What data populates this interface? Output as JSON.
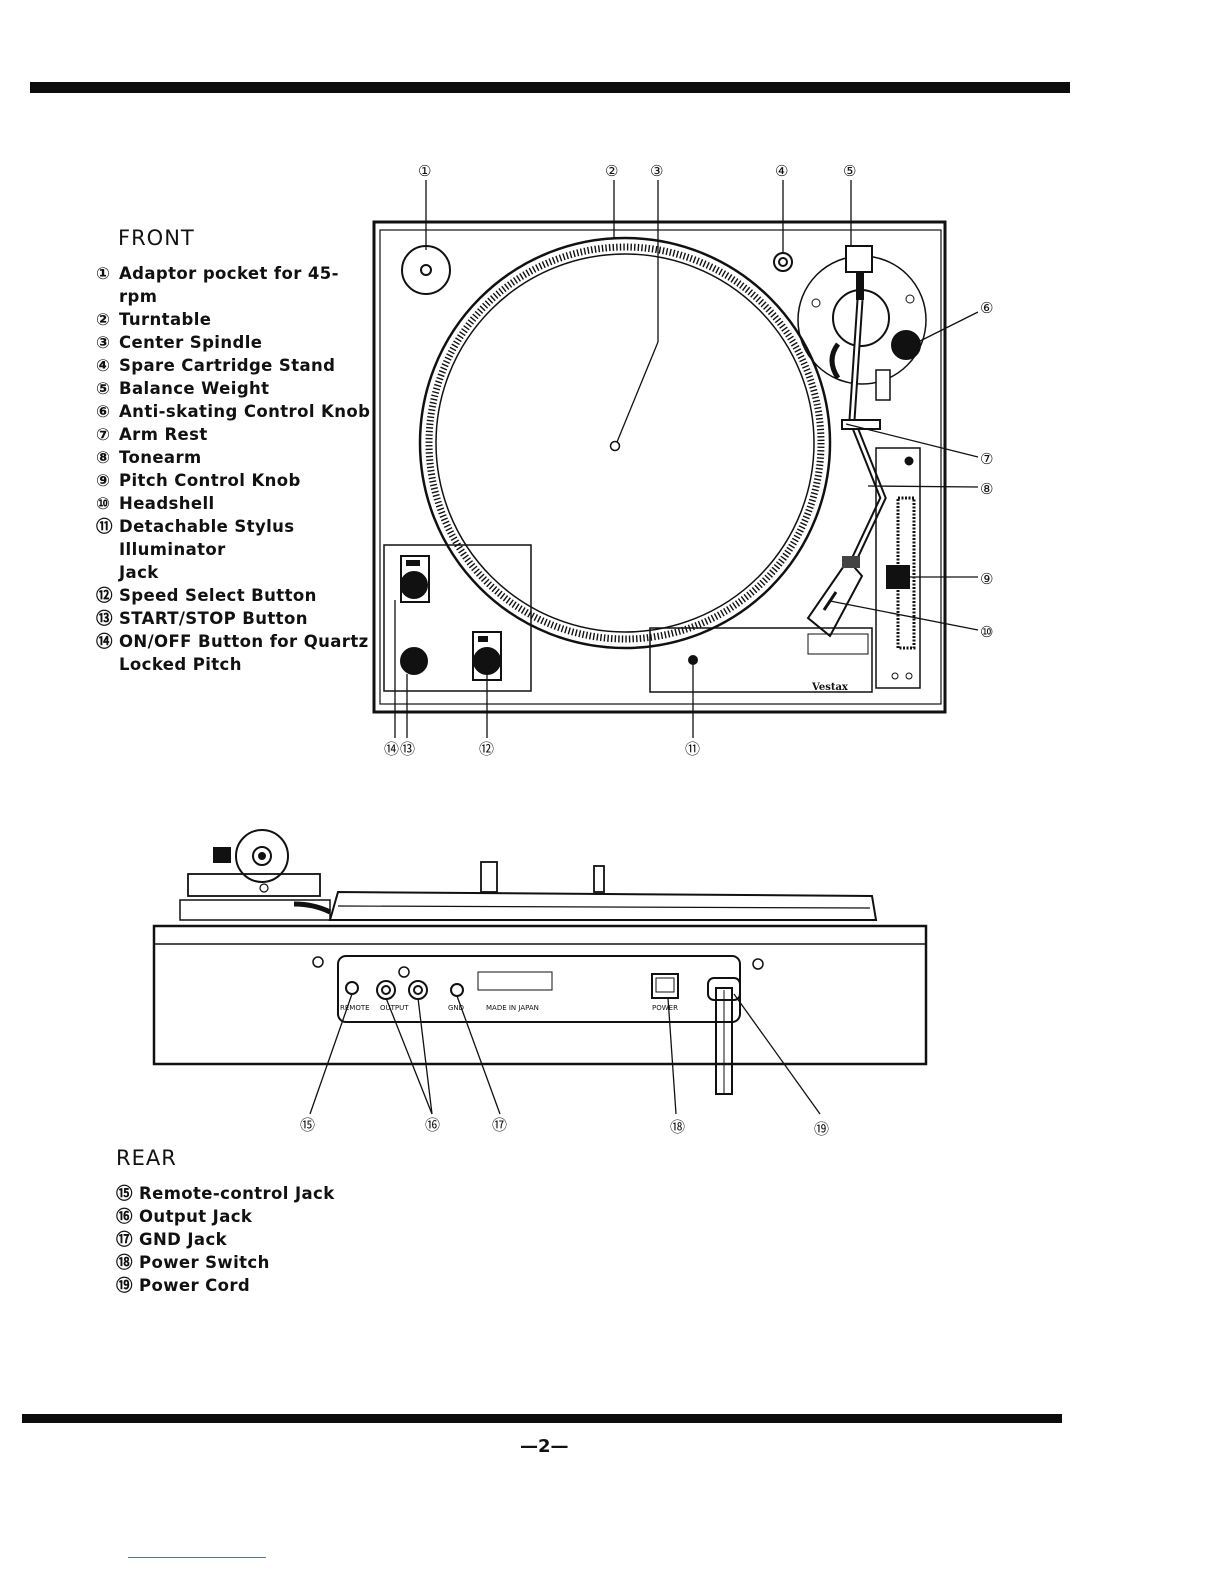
{
  "front": {
    "title": "FRONT",
    "items": [
      {
        "num": "①",
        "label": "Adaptor pocket for 45-rpm"
      },
      {
        "num": "②",
        "label": "Turntable"
      },
      {
        "num": "③",
        "label": "Center Spindle"
      },
      {
        "num": "④",
        "label": "Spare Cartridge Stand"
      },
      {
        "num": "⑤",
        "label": "Balance Weight"
      },
      {
        "num": "⑥",
        "label": "Anti-skating Control Knob"
      },
      {
        "num": "⑦",
        "label": "Arm Rest"
      },
      {
        "num": "⑧",
        "label": "Tonearm"
      },
      {
        "num": "⑨",
        "label": "Pitch Control Knob"
      },
      {
        "num": "⑩",
        "label": "Headshell"
      },
      {
        "num": "⑪",
        "label": "Detachable Stylus Illuminator\nJack"
      },
      {
        "num": "⑫",
        "label": "Speed Select Button"
      },
      {
        "num": "⑬",
        "label": "START/STOP Button"
      },
      {
        "num": "⑭",
        "label": "ON/OFF Button for Quartz\nLocked Pitch"
      }
    ]
  },
  "rear": {
    "title": "REAR",
    "items": [
      {
        "num": "⑮",
        "label": "Remote-control Jack"
      },
      {
        "num": "⑯",
        "label": "Output Jack"
      },
      {
        "num": "⑰",
        "label": "GND Jack"
      },
      {
        "num": "⑱",
        "label": "Power Switch"
      },
      {
        "num": "⑲",
        "label": "Power Cord"
      }
    ]
  },
  "callouts": {
    "c1": "①",
    "c2": "②",
    "c3": "③",
    "c4": "④",
    "c5": "⑤",
    "c6": "⑥",
    "c7": "⑦",
    "c8": "⑧",
    "c9": "⑨",
    "c10": "⑩",
    "c11": "⑪",
    "c12": "⑫",
    "c13": "⑬",
    "c14": "⑭",
    "c15": "⑮",
    "c16": "⑯",
    "c17": "⑰",
    "c18": "⑱",
    "c19": "⑲"
  },
  "rear_panel_labels": {
    "remote": "REMOTE",
    "output": "OUTPUT",
    "gnd": "GND",
    "made_in": "MADE IN JAPAN",
    "power": "POWER",
    "brand": "Vestax"
  },
  "page_number": "—2—"
}
